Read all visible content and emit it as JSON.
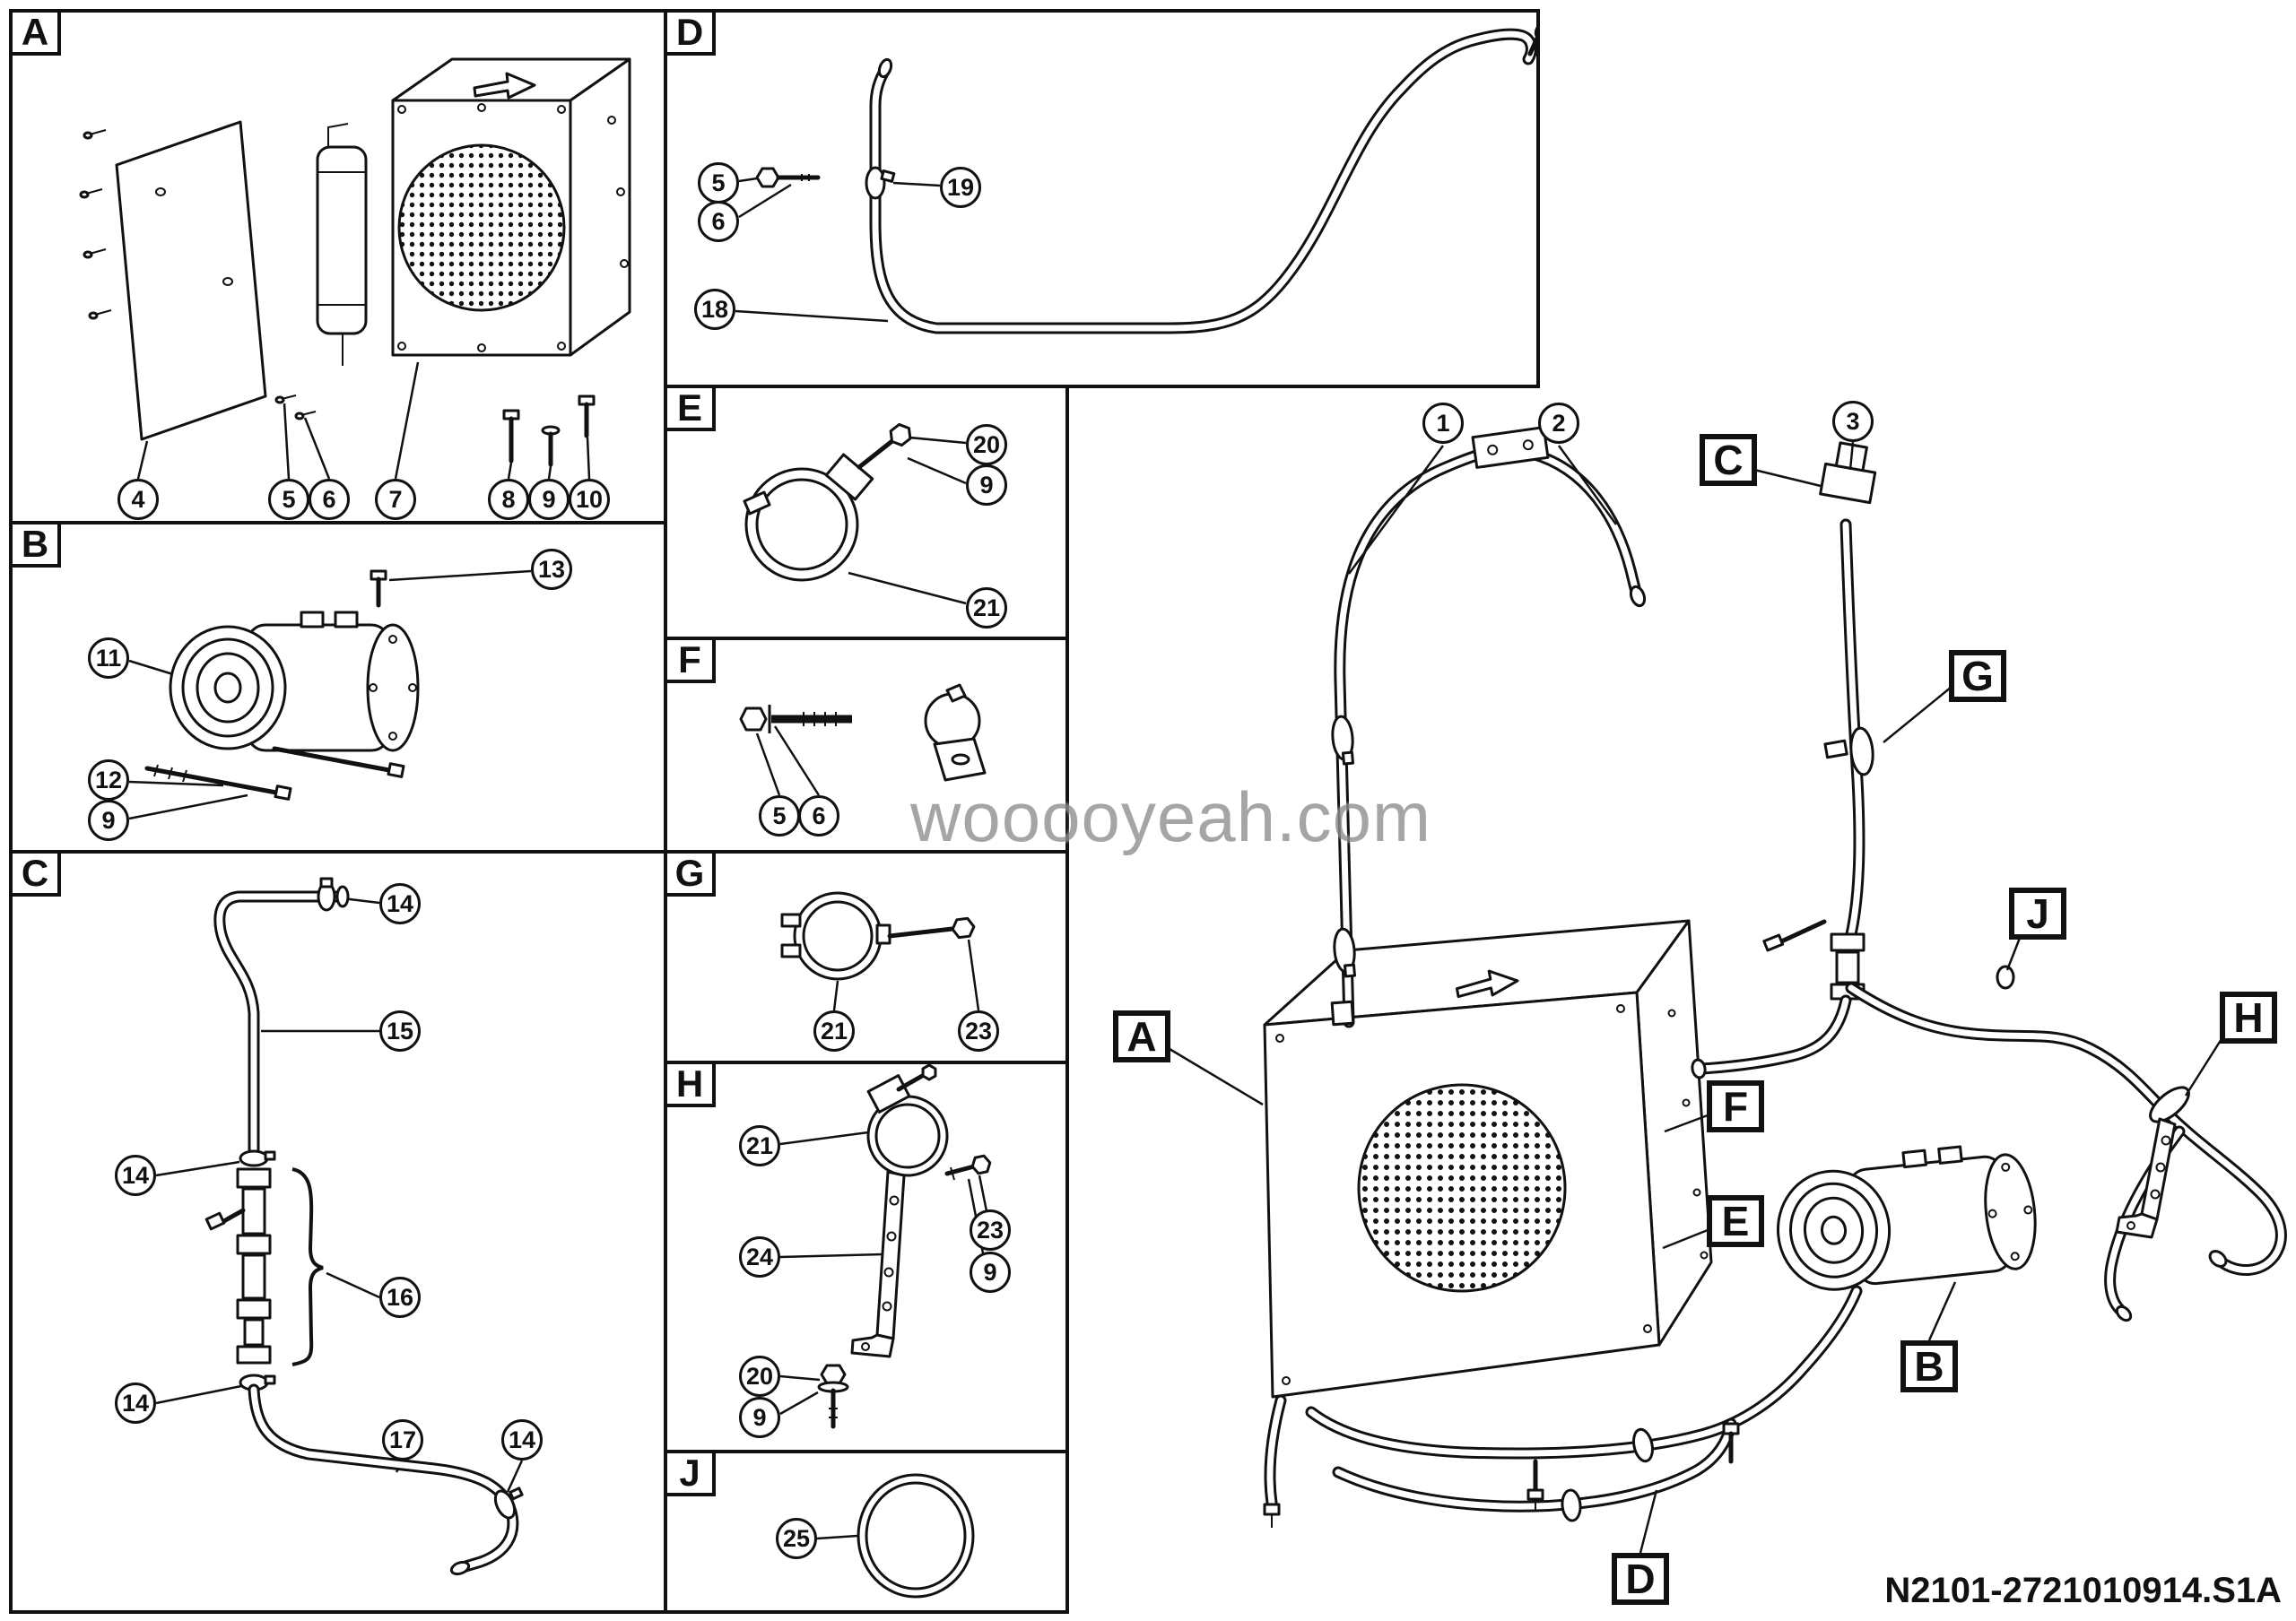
{
  "page": {
    "watermark": "wooooyeah.com",
    "part_number": "N2101-2721010914.S1A",
    "ink_color": "#111111",
    "watermark_color": "#8f8f8f"
  },
  "panels": {
    "A": {
      "label": "A",
      "callouts": [
        "4",
        "5",
        "6",
        "7",
        "8",
        "9",
        "10"
      ]
    },
    "B": {
      "label": "B",
      "callouts": [
        "13",
        "11",
        "12",
        "9"
      ]
    },
    "C": {
      "label": "C",
      "callouts": [
        "14",
        "15",
        "14",
        "16",
        "14",
        "17",
        "14"
      ]
    },
    "D": {
      "label": "D",
      "callouts": [
        "5",
        "6",
        "19",
        "18"
      ]
    },
    "E": {
      "label": "E",
      "callouts": [
        "20",
        "9",
        "21"
      ]
    },
    "F": {
      "label": "F",
      "callouts": [
        "5",
        "6"
      ]
    },
    "G": {
      "label": "G",
      "callouts": [
        "21",
        "23"
      ]
    },
    "H": {
      "label": "H",
      "callouts": [
        "21",
        "24",
        "23",
        "9",
        "20",
        "9"
      ]
    },
    "J": {
      "label": "J",
      "callouts": [
        "25"
      ]
    }
  },
  "assembly": {
    "callouts": [
      "1",
      "2",
      "3"
    ],
    "labels": [
      "C",
      "G",
      "J",
      "H",
      "A",
      "F",
      "E",
      "B",
      "D"
    ]
  }
}
